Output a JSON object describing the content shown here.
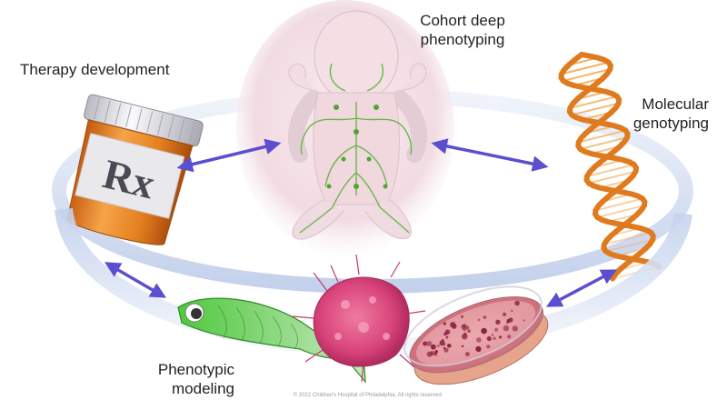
{
  "labels": {
    "therapy": [
      "Therapy development"
    ],
    "cohort": [
      "Cohort deep",
      "phenotyping"
    ],
    "molecular": [
      "Molecular",
      "genotyping"
    ],
    "phenotypic": [
      "Phenotypic",
      "modeling"
    ]
  },
  "rx_symbol": "Rx",
  "copyright": "© 2022 Children's Hospital of Philadelphia. All rights reserved.",
  "colors": {
    "ring": "#c9d6ee",
    "arrow": "#5b4fcf",
    "bottle": "#e8842a",
    "cap": "#e9e9ee",
    "baby": "#f2dde2",
    "lymph": "#5cb33a",
    "dna": "#e07a1e",
    "fish": "#49c238",
    "cell": "#d9507a",
    "dish": "#cf6e7c"
  }
}
